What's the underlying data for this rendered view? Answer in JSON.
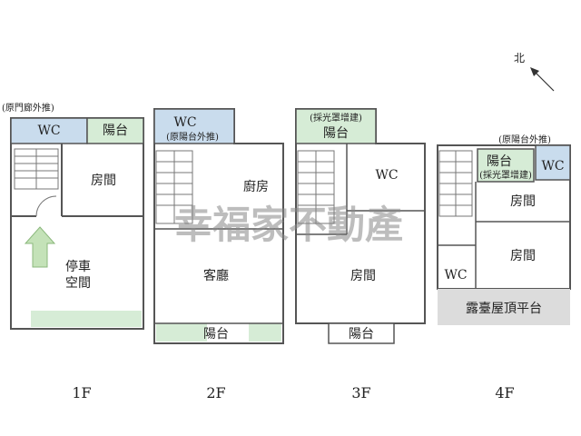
{
  "floors": [
    {
      "level_label": "1F",
      "rooms": {
        "wc": "WC",
        "balcony": "陽台",
        "room": "房間",
        "parking_line1": "停車",
        "parking_line2": "空間"
      },
      "notes": {
        "corridor": "(原門廊外推)"
      }
    },
    {
      "level_label": "2F",
      "rooms": {
        "wc": "WC",
        "kitchen": "廚房",
        "living": "客廳",
        "balcony": "陽台"
      },
      "notes": {
        "wc_note": "(原陽台外推)"
      }
    },
    {
      "level_label": "3F",
      "rooms": {
        "balcony_top": "陽台",
        "wc": "WC",
        "room": "房間",
        "balcony_bottom": "陽台"
      },
      "notes": {
        "skylight": "(採光罩增建)"
      }
    },
    {
      "level_label": "4F",
      "rooms": {
        "balcony": "陽台",
        "wc_small": "WC",
        "room_upper": "房間",
        "room_lower": "房間",
        "wc_lower": "WC",
        "terrace": "露臺屋頂平台"
      },
      "notes": {
        "skylight": "(採光罩增建)",
        "balcony_ext": "(原陽台外推)"
      }
    }
  ],
  "compass": {
    "label": "北"
  },
  "watermark": "幸福家不動產",
  "colors": {
    "wc_blue": "#c9dced",
    "balcony_green": "#d6ecd6",
    "terrace_gray": "#dcdcdc",
    "wall": "#555555",
    "arrow": "#c4e2b8"
  },
  "icons": [
    "arrow-up-icon",
    "compass-arrow-icon",
    "stairs-icon"
  ]
}
